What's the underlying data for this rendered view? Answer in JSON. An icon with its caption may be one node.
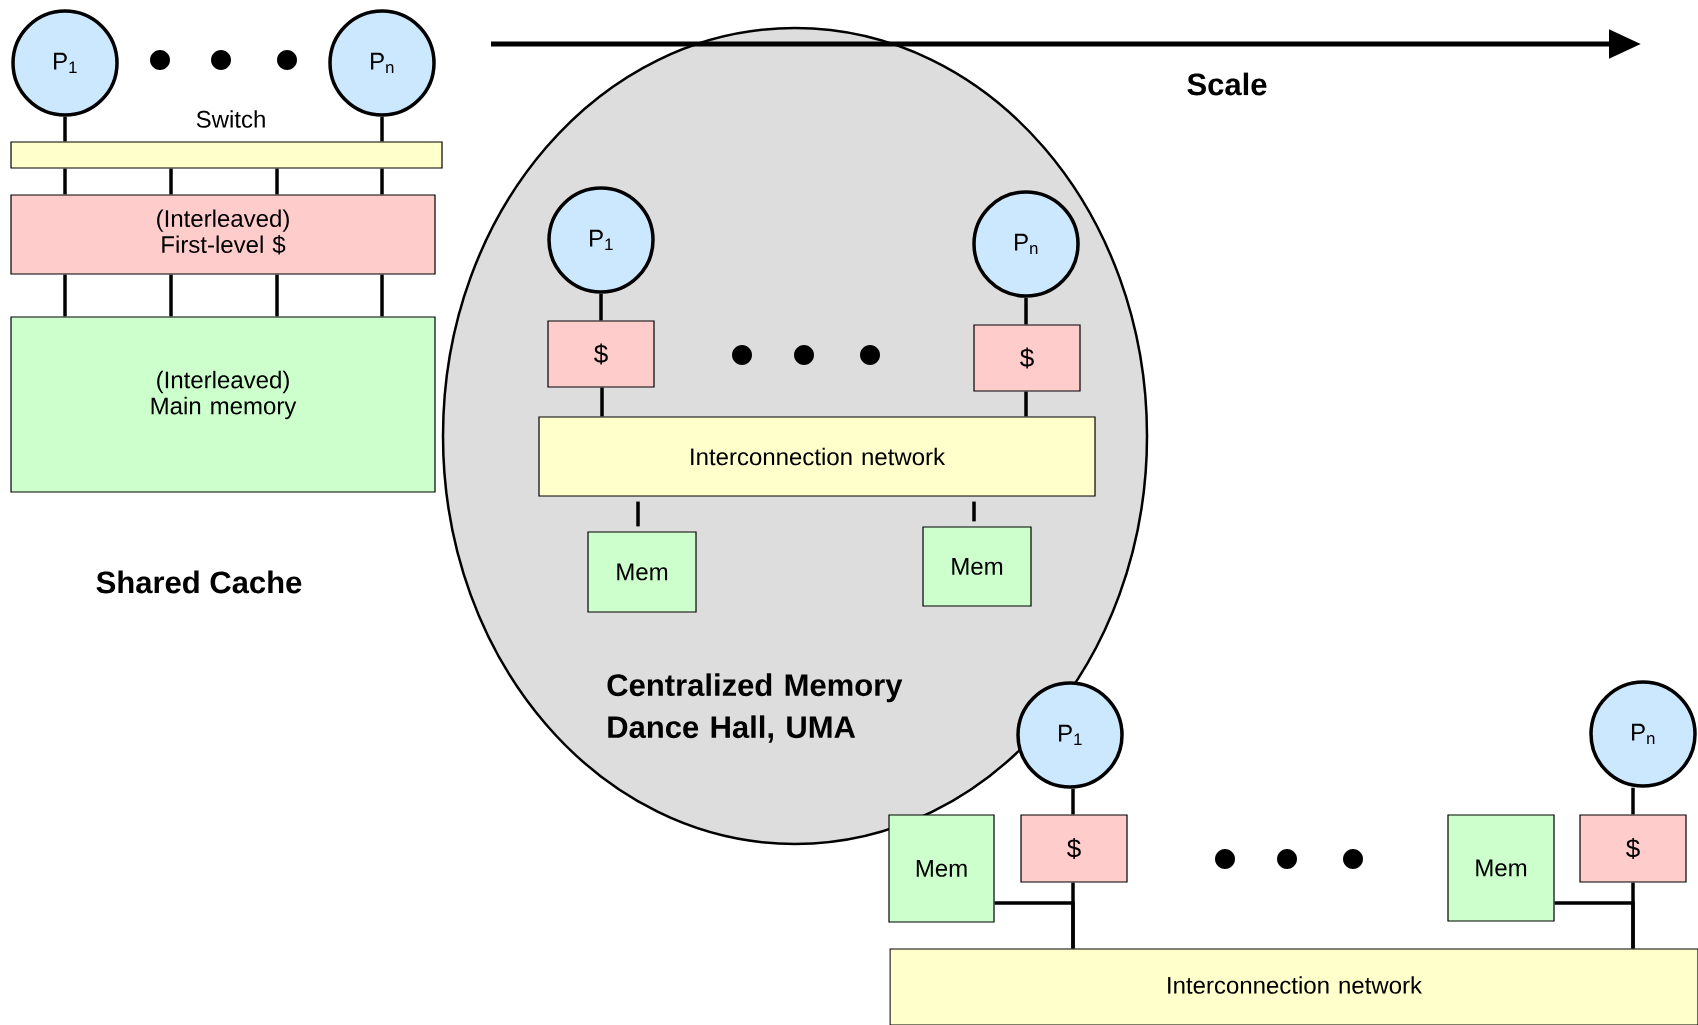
{
  "diagram": {
    "nodes": [
      {
        "text": [
          "P$_{1}$"
        ]
      },
      {
        "text": [
          "P$_{n}$"
        ]
      },
      {
        "text": [
          "Switch"
        ]
      },
      {
        "text": [
          "(Interleaved) First-level $"
        ]
      },
      {
        "text": [
          "(Interleaved) Main memory"
        ]
      },
      {
        "text": [
          "Centralized Memory Dance Hall, UMA"
        ]
      },
      {
        "text": [
          "P$_{1}$"
        ],
        "in": 5
      },
      {
        "text": [
          "P$_{n}$"
        ],
        "in": 5
      },
      {
        "text": [
          "$"
        ],
        "in": 5
      },
      {
        "text": [
          "$"
        ],
        "in": 5
      },
      {
        "text": [
          "Interconnection network"
        ],
        "in": 5
      },
      {
        "text": [
          "Mem"
        ],
        "in": 5
      },
      {
        "text": [
          "Mem"
        ],
        "in": 5
      },
      {
        "text": [
          "P$_{1}$"
        ]
      },
      {
        "text": [
          "P$_{n}$"
        ]
      },
      {
        "text": [
          "Mem"
        ]
      },
      {
        "text": [
          "$"
        ]
      },
      {
        "text": [
          "Mem"
        ]
      },
      {
        "text": [
          "$"
        ]
      },
      {
        "text": [
          "Interconnection network"
        ]
      }
    ],
    "edges": [
      {
        "from": 0,
        "to": 2,
        "arrow": "none"
      },
      {
        "from": 1,
        "to": 2,
        "arrow": "none"
      },
      {
        "from": 2,
        "to": 3,
        "arrow": "none"
      },
      {
        "from": 2,
        "to": 3,
        "arrow": "none"
      },
      {
        "from": 2,
        "to": 3,
        "arrow": "none"
      },
      {
        "from": 2,
        "to": 3,
        "arrow": "none"
      },
      {
        "from": 3,
        "to": 4,
        "arrow": "none"
      },
      {
        "from": 3,
        "to": 4,
        "arrow": "none"
      },
      {
        "from": 3,
        "to": 4,
        "arrow": "none"
      },
      {
        "from": 3,
        "to": 4,
        "arrow": "none"
      },
      {
        "from": 6,
        "to": 8,
        "arrow": "none"
      },
      {
        "from": 7,
        "to": 9,
        "arrow": "none"
      },
      {
        "from": 8,
        "to": 10,
        "arrow": "none"
      },
      {
        "from": 9,
        "to": 10,
        "arrow": "none"
      },
      {
        "from": 10,
        "to": 11,
        "arrow": "none"
      },
      {
        "from": 10,
        "to": 12,
        "arrow": "none"
      },
      {
        "from": 13,
        "to": 16,
        "arrow": "none"
      },
      {
        "from": 14,
        "to": 18,
        "arrow": "none"
      },
      {
        "from": 16,
        "to": 19,
        "arrow": "none"
      },
      {
        "from": 15,
        "to": 19,
        "arrow": "none"
      },
      {
        "from": 18,
        "to": 19,
        "arrow": "none"
      },
      {
        "from": 17,
        "to": 19,
        "arrow": "none"
      }
    ],
    "labels": [
      "Shared Cache",
      "Scale"
    ]
  }
}
